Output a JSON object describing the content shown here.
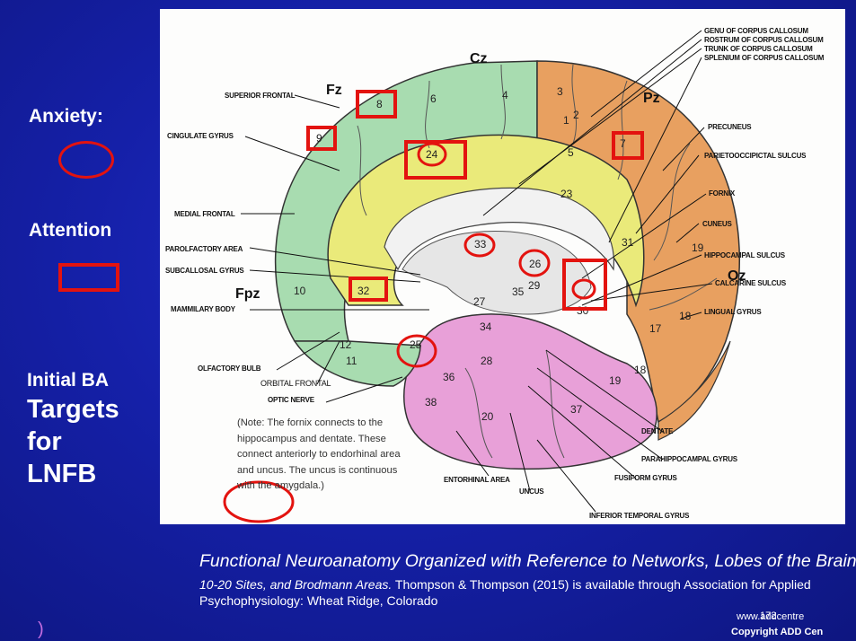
{
  "sidebar": {
    "anxiety_label": "Anxiety:",
    "attention_label": "Attention",
    "initial_ba": "Initial BA",
    "targets": "Targets",
    "for": "for",
    "lnfb": "LNFB"
  },
  "figure": {
    "electrodes": [
      "Cz",
      "Fz",
      "Pz",
      "Fpz",
      "Oz"
    ],
    "labels_left": [
      "SUPERIOR FRONTAL",
      "CINGULATE GYRUS",
      "MEDIAL FRONTAL",
      "PAROLFACTORY AREA",
      "SUBCALLOSAL GYRUS",
      "MAMMILARY BODY",
      "OLFACTORY BULB",
      "ORBITAL FRONTAL",
      "OPTIC NERVE"
    ],
    "labels_right": [
      "GENU OF CORPUS CALLOSUM",
      "ROSTRUM OF CORPUS CALLOSUM",
      "TRUNK OF CORPUS CALLOSUM",
      "SPLENIUM OF CORPUS CALLOSUM",
      "PRECUNEUS",
      "PARIETOOCCIPICTAL SULCUS",
      "FORNIX",
      "CUNEUS",
      "HIPPOCAMPAL SULCUS",
      "CALCARINE SULCUS",
      "LINGUAL GYRUS",
      "DENTATE",
      "PARAHIPPOCAMPAL GYRUS",
      "FUSIFORM GYRUS",
      "INFERIOR TEMPORAL GYRUS"
    ],
    "labels_bottom": [
      "ENTORHINAL AREA",
      "UNCUS"
    ],
    "note": "(Note: The fornix connects to the hippocampus and dentate. These connect anteriorly to endorhinal area and uncus. The uncus is continuous with the amygdala.)",
    "brodmann_areas": [
      "8",
      "6",
      "4",
      "3",
      "1",
      "2",
      "9",
      "24",
      "5",
      "7",
      "23",
      "33",
      "26",
      "31",
      "19",
      "10",
      "32",
      "29",
      "35",
      "27",
      "30",
      "17",
      "18",
      "12",
      "11",
      "25",
      "34",
      "28",
      "36",
      "38",
      "20",
      "37",
      "19",
      "18"
    ],
    "anxiety_targets": [
      "24",
      "25",
      "33",
      "26",
      "30"
    ],
    "attention_targets": [
      "8",
      "9",
      "24",
      "7",
      "32",
      "30"
    ]
  },
  "caption": {
    "line1": "Functional Neuroanatomy Organized with Reference to Networks, Lobes of the Brain,",
    "line2_italic": "10-20 Sites, and Brodmann Areas.",
    "line2_rest": " Thompson & Thompson (2015) is available through Association for Applied",
    "line3": "Psychophysiology: Wheat Ridge, Colorado"
  },
  "footer": {
    "url": "www.addcentre",
    "slide_number": "172",
    "copyright": "Copyright ADD Cen"
  },
  "colors": {
    "background": "#1520a8",
    "highlight": "#e3130f",
    "frontal": "#a8dcb0",
    "parietal": "#e8a060",
    "cingulate": "#eaea7a",
    "temporal": "#e8a0d8"
  }
}
